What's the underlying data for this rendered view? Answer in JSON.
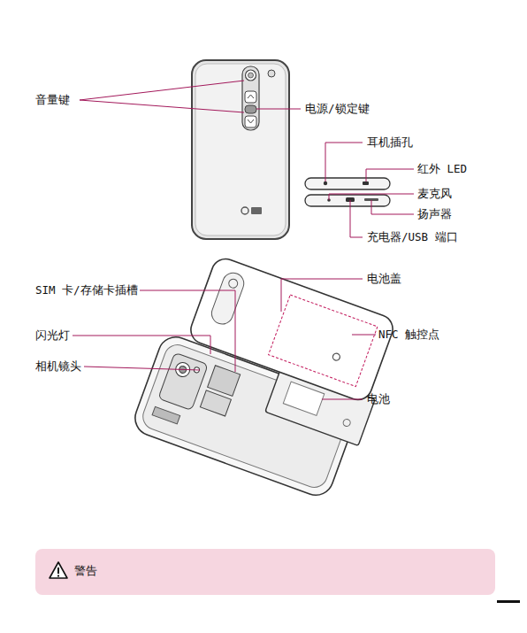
{
  "diagram": {
    "nodes": [
      {
        "text": [
          "警告"
        ]
      }
    ],
    "labels": [
      "音量键",
      "电源/锁定键",
      "耳机插孔",
      "红外 LED",
      "麦克风",
      "扬声器",
      "充电器/USB 端口",
      "SIM 卡/存储卡插槽",
      "电池盖",
      "闪光灯",
      "NFC 触控点",
      "相机镜头",
      "电池"
    ]
  }
}
